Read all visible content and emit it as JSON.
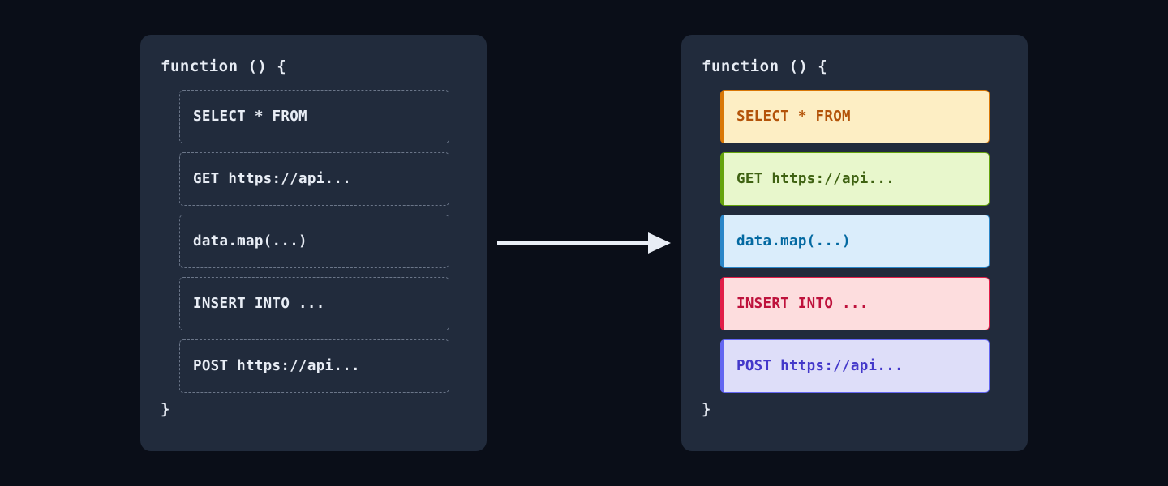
{
  "theme": {
    "page_background": "#0a0e18",
    "panel_background": "#212b3c",
    "code_text": "#e8edf5",
    "dashed_border": "#6b7689",
    "arrow_color": "#e8edf5"
  },
  "flow": {
    "arrow_icon": "arrow-right-icon",
    "direction": "left-to-right"
  },
  "before": {
    "function_open": "function () {",
    "function_close": "}",
    "statements": [
      {
        "label": "SELECT * FROM"
      },
      {
        "label": "GET https://api..."
      },
      {
        "label": "data.map(...)"
      },
      {
        "label": "INSERT INTO ..."
      },
      {
        "label": "POST https://api..."
      }
    ]
  },
  "after": {
    "function_open": "function () {",
    "function_close": "}",
    "statements": [
      {
        "label": "SELECT * FROM",
        "name": "sql-select",
        "bg": "#fdeec4",
        "fg": "#b35309",
        "border": "#d97706"
      },
      {
        "label": "GET https://api...",
        "name": "http-get",
        "bg": "#e8f7cc",
        "fg": "#3f6212",
        "border": "#65a30d"
      },
      {
        "label": "data.map(...)",
        "name": "js-map",
        "bg": "#daedfb",
        "fg": "#0369a1",
        "border": "#2a86c8"
      },
      {
        "label": "INSERT INTO ...",
        "name": "sql-insert",
        "bg": "#fdddde",
        "fg": "#be123c",
        "border": "#e11d48"
      },
      {
        "label": "POST https://api...",
        "name": "http-post",
        "bg": "#dedef9",
        "fg": "#4338ca",
        "border": "#6366f1"
      }
    ]
  }
}
